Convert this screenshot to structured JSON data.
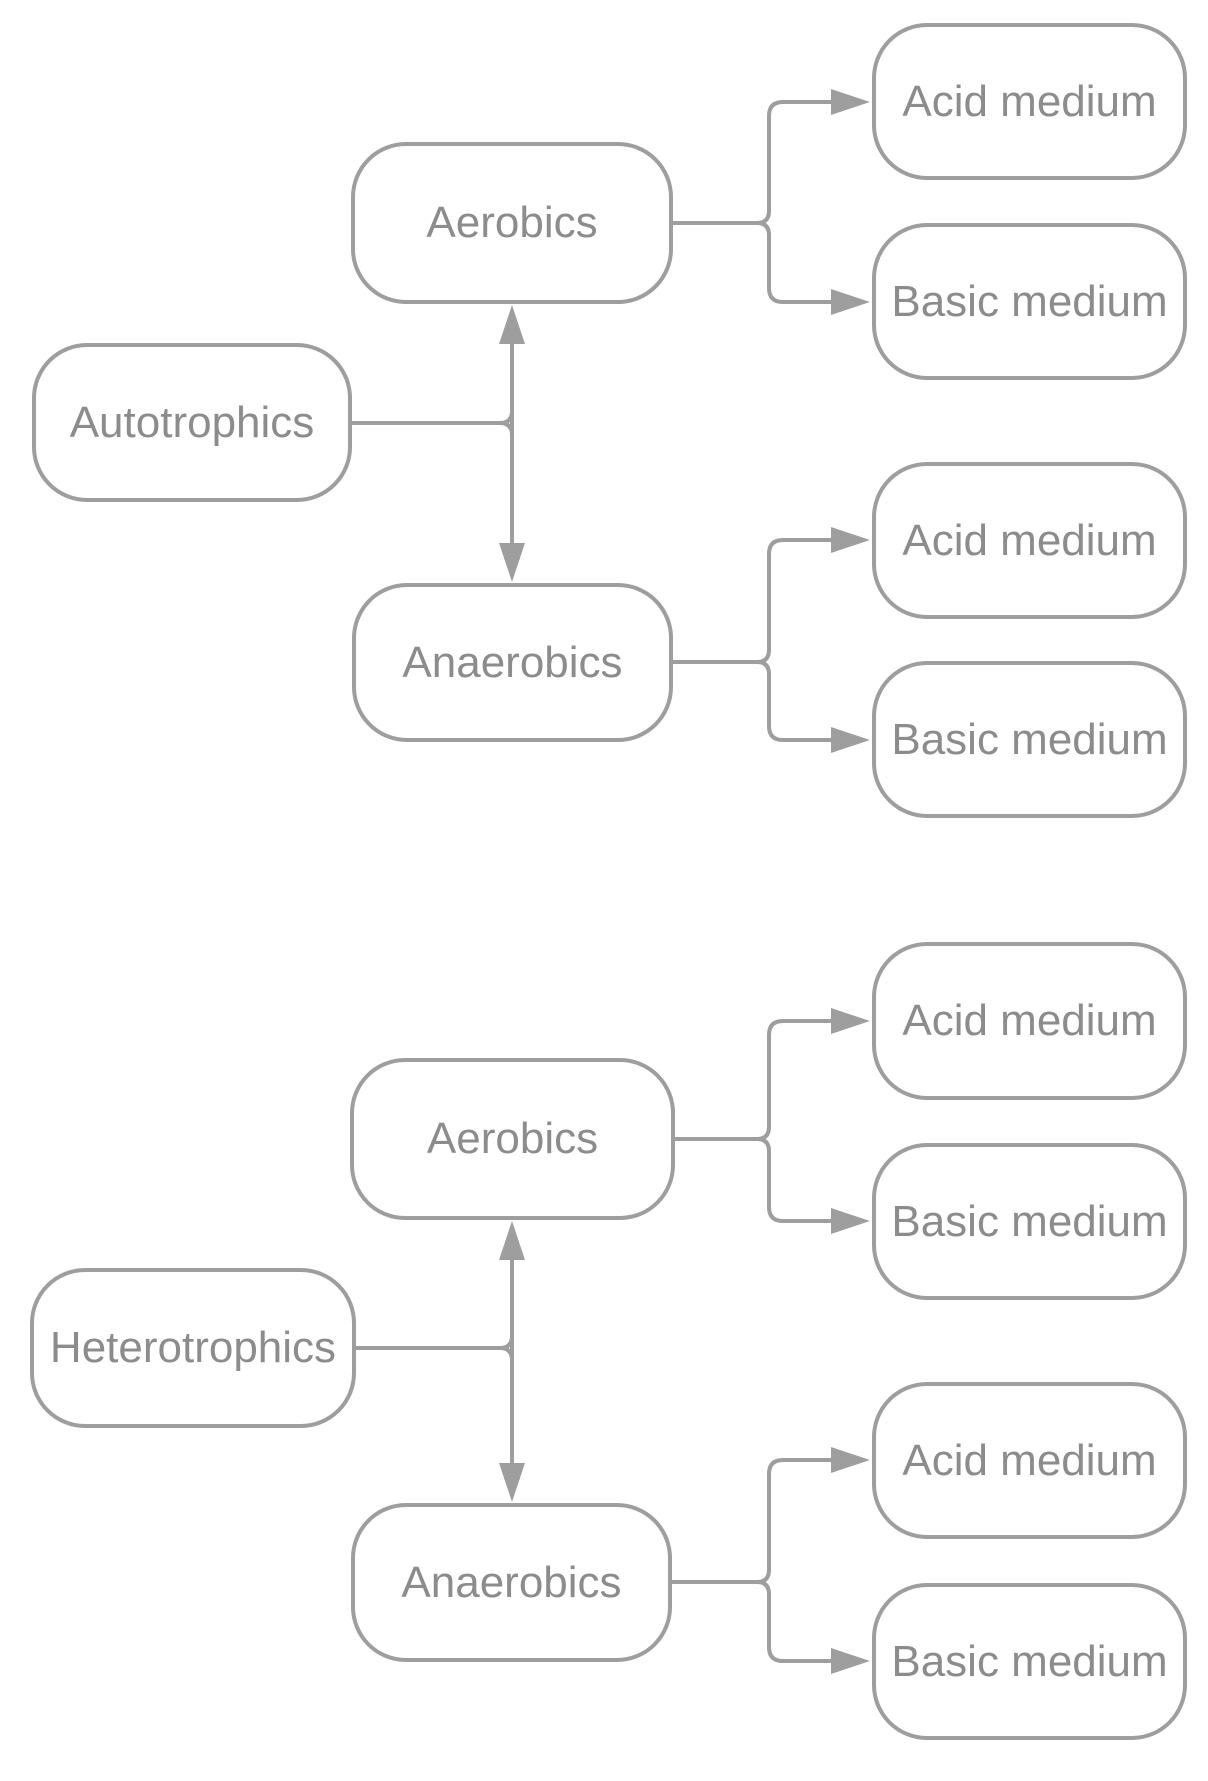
{
  "diagram": {
    "colors": {
      "stroke": "#9e9e9e",
      "text": "#8c8c8c",
      "background": "#ffffff"
    },
    "groups": [
      {
        "parent": "Autotrophics",
        "branches": [
          {
            "label": "Aerobics",
            "children": [
              "Acid medium",
              "Basic medium"
            ]
          },
          {
            "label": "Anaerobics",
            "children": [
              "Acid medium",
              "Basic medium"
            ]
          }
        ]
      },
      {
        "parent": "Heterotrophics",
        "branches": [
          {
            "label": "Aerobics",
            "children": [
              "Acid medium",
              "Basic medium"
            ]
          },
          {
            "label": "Anaerobics",
            "children": [
              "Acid medium",
              "Basic medium"
            ]
          }
        ]
      }
    ]
  }
}
